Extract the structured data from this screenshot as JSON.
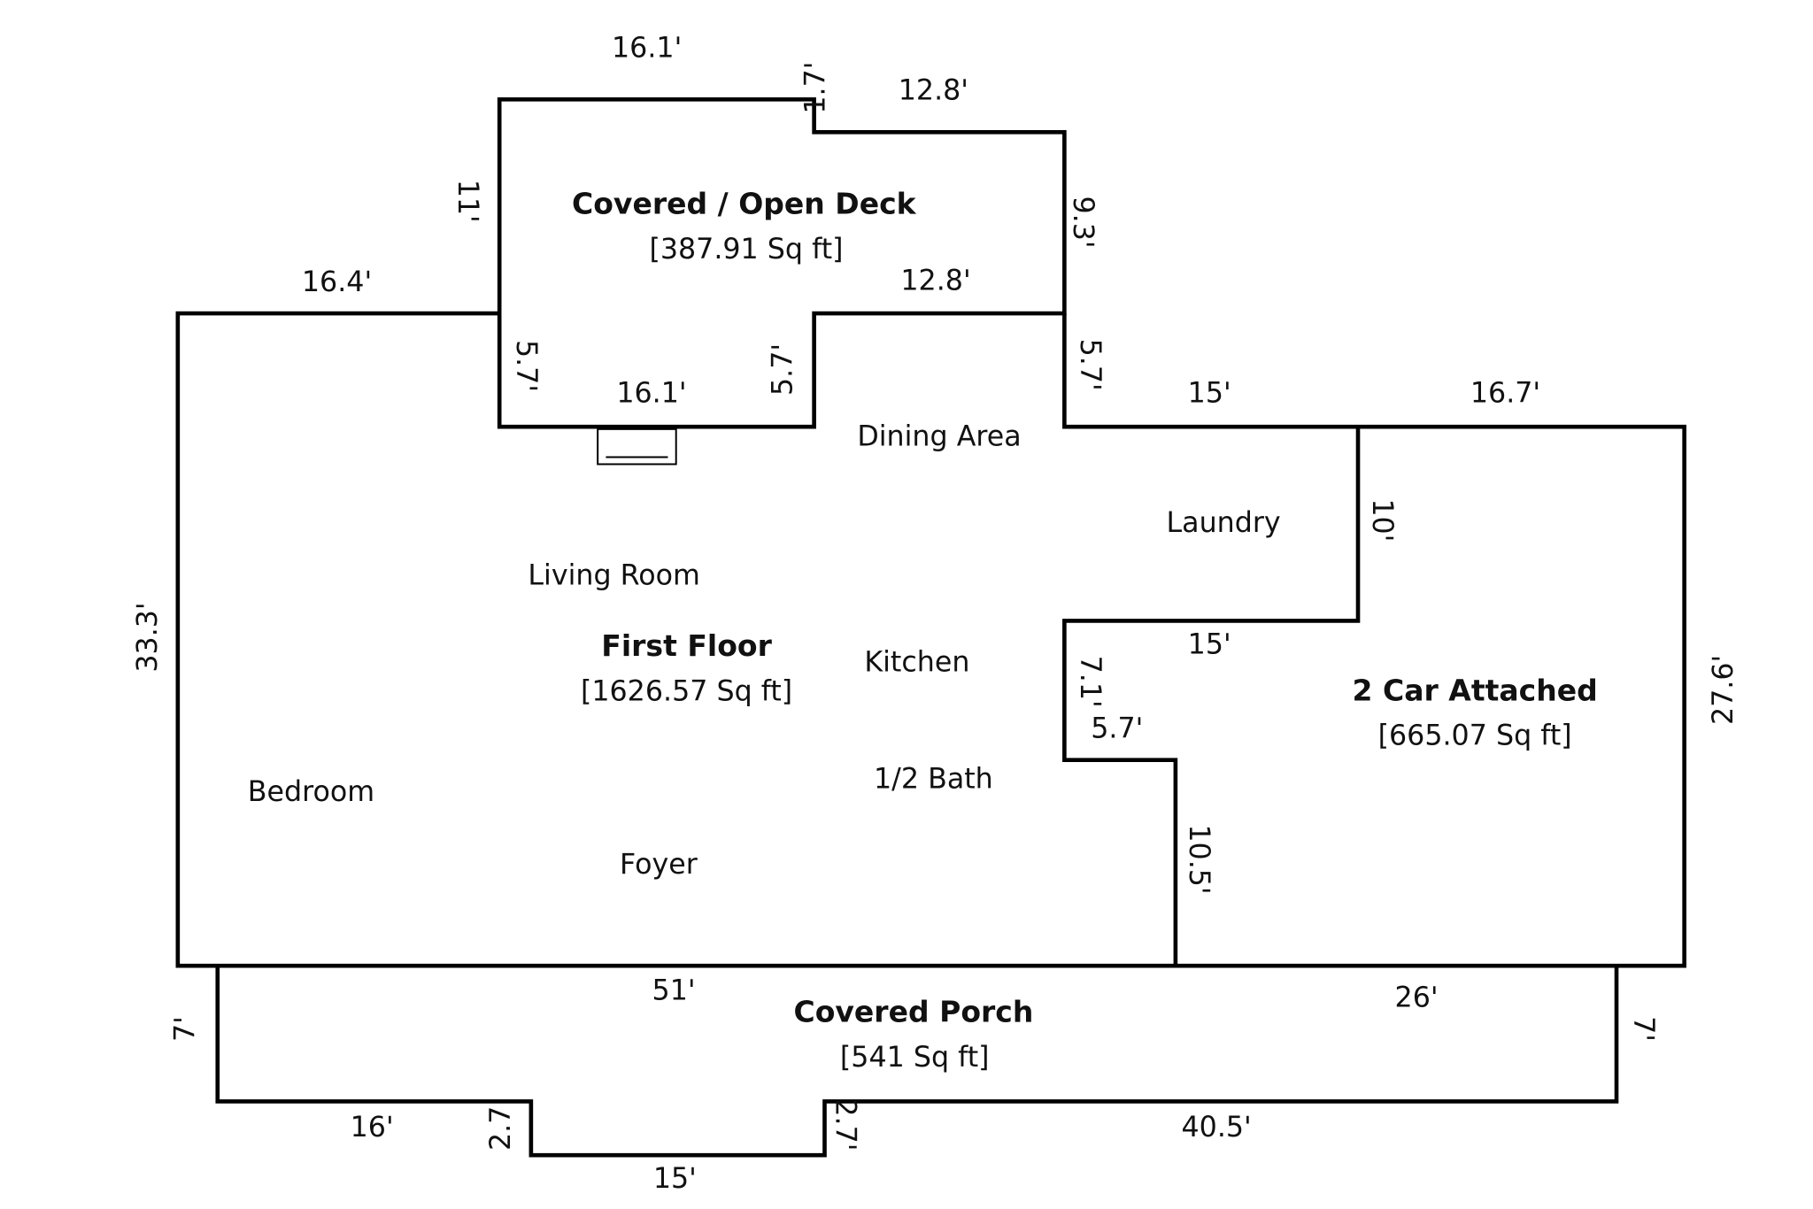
{
  "areas": {
    "deck": {
      "name": "Covered / Open Deck",
      "area": "[387.91 Sq ft]"
    },
    "first_floor": {
      "name": "First Floor",
      "area": "[1626.57 Sq ft]"
    },
    "garage": {
      "name": "2 Car Attached",
      "area": "[665.07 Sq ft]"
    },
    "porch": {
      "name": "Covered Porch",
      "area": "[541 Sq ft]"
    }
  },
  "rooms": {
    "dining": "Dining Area",
    "laundry": "Laundry",
    "living": "Living Room",
    "kitchen": "Kitchen",
    "bath": "1/2 Bath",
    "bedroom": "Bedroom",
    "foyer": "Foyer"
  },
  "dimensions": {
    "deck_top": "16.1'",
    "deck_step": "1.7'",
    "deck_top_right": "12.8'",
    "deck_left": "11'",
    "deck_right": "9.3'",
    "main_top_left": "16.4'",
    "deck_bottom_right": "12.8'",
    "deck_notch_left": "5.7'",
    "deck_notch_bottom": "16.1'",
    "deck_notch_right": "5.7'",
    "dining_right": "5.7'",
    "laundry_top": "15'",
    "garage_top": "16.7'",
    "laundry_right": "10'",
    "main_left": "33.3'",
    "laundry_bottom": "15'",
    "garage_notch_left": "7.1'",
    "garage_notch_bottom": "5.7'",
    "garage_left": "10.5'",
    "garage_right": "27.6'",
    "porch_top_left": "51'",
    "porch_top_right": "26'",
    "porch_left": "7'",
    "porch_right": "7'",
    "porch_bottom_left": "16'",
    "porch_notch_left": "2.7",
    "porch_notch_bottom": "15'",
    "porch_notch_right": "2.7'",
    "porch_bottom_right": "40.5'"
  }
}
